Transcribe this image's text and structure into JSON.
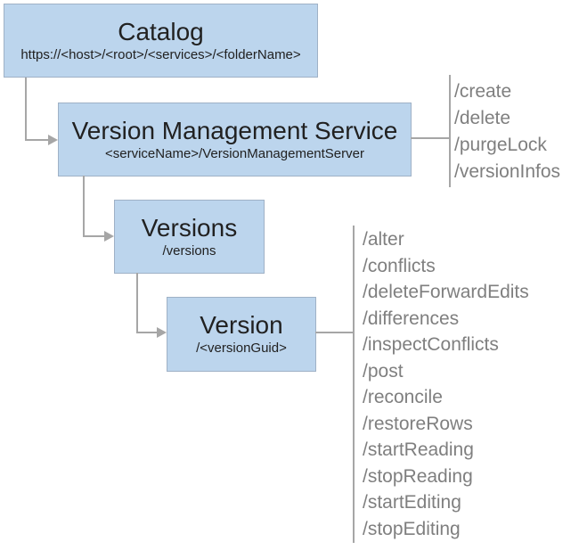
{
  "diagram": {
    "colors": {
      "box_fill": "#bcd5ed",
      "box_border": "#9fb1c6",
      "connector": "#a6a6a6",
      "node_text": "#212121",
      "operation_text": "#7f7f7f"
    },
    "nodes": {
      "catalog": {
        "title": "Catalog",
        "subtitle": "https://<host>/<root>/<services>/<folderName>"
      },
      "service": {
        "title": "Version Management Service",
        "subtitle": "<serviceName>/VersionManagementServer"
      },
      "versions": {
        "title": "Versions",
        "subtitle": "/versions"
      },
      "version": {
        "title": "Version",
        "subtitle": "/<versionGuid>"
      }
    },
    "operations": {
      "service": [
        "/create",
        "/delete",
        "/purgeLock",
        "/versionInfos"
      ],
      "version": [
        "/alter",
        "/conflicts",
        "/deleteForwardEdits",
        "/differences",
        "/inspectConflicts",
        "/post",
        "/reconcile",
        "/restoreRows",
        "/startReading",
        "/stopReading",
        "/startEditing",
        "/stopEditing"
      ]
    }
  }
}
